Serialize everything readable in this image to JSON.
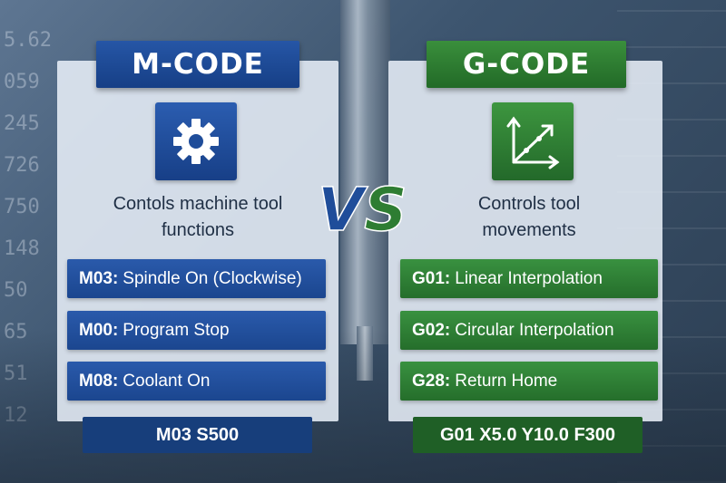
{
  "background_numbers": [
    "5.62",
    "059",
    "245",
    "726",
    "750",
    "148",
    "50",
    "65",
    "51",
    "12"
  ],
  "mcode": {
    "title": "M-CODE",
    "icon": "gear-icon",
    "description_line1": "Contols machine tool",
    "description_line2": "functions",
    "items": [
      {
        "code": "M03:",
        "text": "Spindle On (Clockwise)"
      },
      {
        "code": "M00:",
        "text": "Program Stop"
      },
      {
        "code": "M08:",
        "text": "Coolant On"
      }
    ],
    "example": "M03 S500",
    "color": "#1f4d9a"
  },
  "vs_label": "VS",
  "gcode": {
    "title": "G-CODE",
    "icon": "axis-graph-icon",
    "description_line1": "Controls tool",
    "description_line2": "movements",
    "items": [
      {
        "code": "G01:",
        "text": "Linear Interpolation"
      },
      {
        "code": "G02:",
        "text": "Circular Interpolation"
      },
      {
        "code": "G28:",
        "text": "Return Home"
      }
    ],
    "example": "G01 X5.0 Y10.0 F300",
    "color": "#2e7d32"
  }
}
